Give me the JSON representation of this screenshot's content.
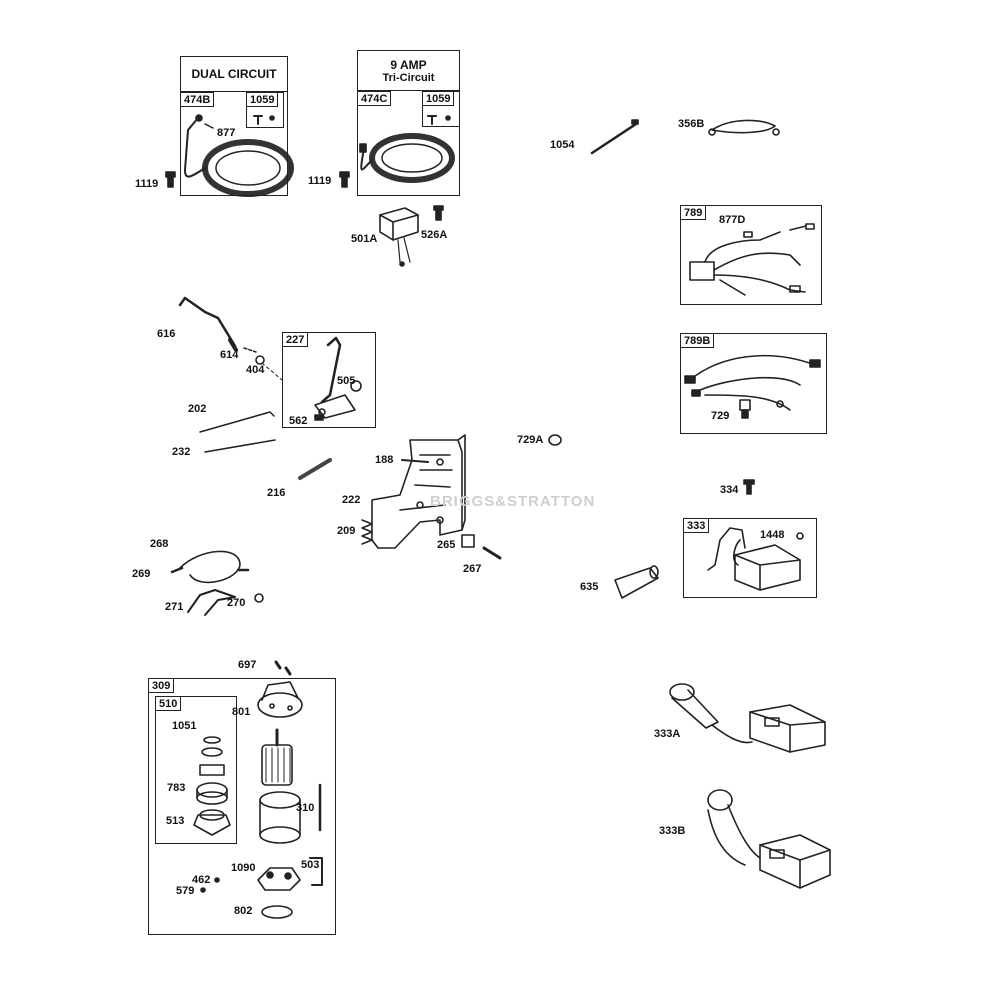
{
  "watermark": "BRIGGS&STRATTON",
  "kits": {
    "dual_circuit_title": "DUAL CIRCUIT",
    "tri_amp_title": "9  AMP",
    "tri_circuit_title": "Tri-Circuit",
    "k474b": "474B",
    "k1059a": "1059",
    "k474c": "474C",
    "k1059b": "1059",
    "k227": "227",
    "k789": "789",
    "k789b": "789B",
    "k333": "333",
    "k309": "309",
    "k510": "510"
  },
  "parts": {
    "p877": "877",
    "p1119a": "1119",
    "p1119b": "1119",
    "p501a": "501A",
    "p526a": "526A",
    "p1054": "1054",
    "p356b": "356B",
    "p877d": "877D",
    "p729": "729",
    "p616": "616",
    "p614": "614",
    "p404": "404",
    "p505": "505",
    "p202": "202",
    "p562": "562",
    "p232": "232",
    "p729a": "729A",
    "p188": "188",
    "p216": "216",
    "p222": "222",
    "p209": "209",
    "p265": "265",
    "p267": "267",
    "p334": "334",
    "p1448": "1448",
    "p635": "635",
    "p268": "268",
    "p269": "269",
    "p271": "271",
    "p270": "270",
    "p697": "697",
    "p801": "801",
    "p1051": "1051",
    "p783": "783",
    "p513": "513",
    "p310": "310",
    "p1090": "1090",
    "p462": "462",
    "p579": "579",
    "p503": "503",
    "p802": "802",
    "p333a": "333A",
    "p333b": "333B"
  }
}
